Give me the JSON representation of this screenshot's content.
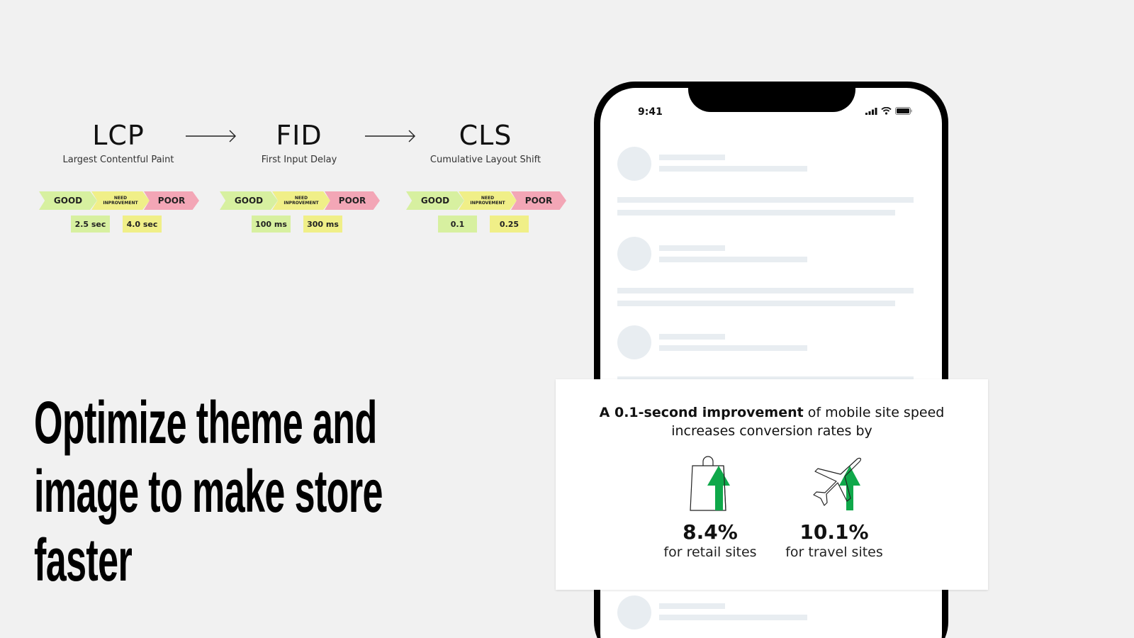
{
  "metrics": [
    {
      "abbr": "LCP",
      "full": "Largest Contentful Paint",
      "scale": {
        "good": "GOOD",
        "need_line1": "NEED",
        "need_line2": "INPROVEMENT",
        "poor": "POOR"
      },
      "thresholds": [
        "2.5 sec",
        "4.0 sec"
      ]
    },
    {
      "abbr": "FID",
      "full": "First Input Delay",
      "scale": {
        "good": "GOOD",
        "need_line1": "NEED",
        "need_line2": "INPROVEMENT",
        "poor": "POOR"
      },
      "thresholds": [
        "100 ms",
        "300 ms"
      ]
    },
    {
      "abbr": "CLS",
      "full": "Cumulative Layout Shift",
      "scale": {
        "good": "GOOD",
        "need_line1": "NEED",
        "need_line2": "INPROVEMENT",
        "poor": "POOR"
      },
      "thresholds": [
        "0.1",
        "0.25"
      ]
    }
  ],
  "colors": {
    "good": "#d7f0a0",
    "need_improvement": "#f0ef88",
    "poor": "#f3a6b6",
    "arrow_green": "#0fa84a",
    "skeleton": "#e8edf1"
  },
  "headline": {
    "lines": [
      "Optimize theme and",
      "image to make store",
      "faster"
    ]
  },
  "phone": {
    "status_time": "9:41",
    "status_icons": [
      "signal-icon",
      "wifi-icon",
      "battery-icon"
    ]
  },
  "stats_card": {
    "intro_bold": "A 0.1-second improvement",
    "intro_rest_line1": " of mobile site speed",
    "intro_line2": "increases conversion rates by",
    "stats": [
      {
        "icon": "shopping-bag-icon",
        "value": "8.4%",
        "label": "for retail sites"
      },
      {
        "icon": "airplane-icon",
        "value": "10.1%",
        "label": "for travel sites"
      }
    ]
  }
}
